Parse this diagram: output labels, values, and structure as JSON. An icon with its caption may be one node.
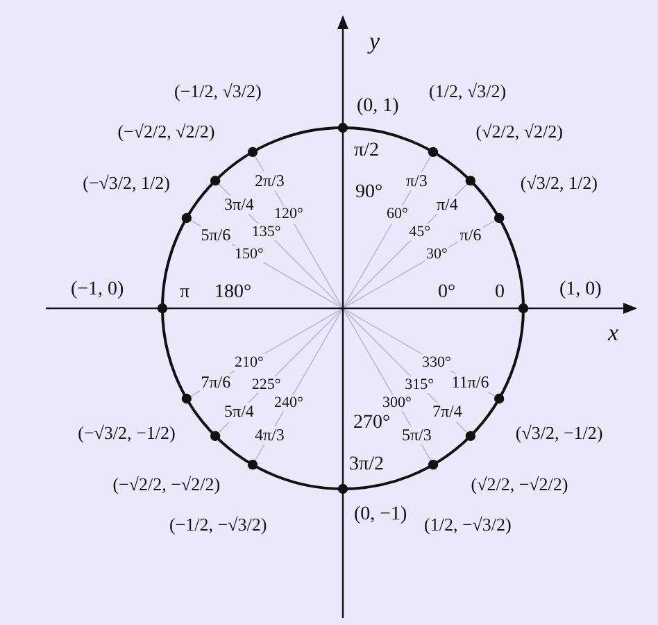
{
  "diagram": {
    "labels": [
      "y",
      "(0, 1)",
      "(−1/2, √3/2)",
      "(1/2, √3/2)",
      "(−√2/2, √2/2)",
      "(√2/2, √2/2)",
      "π/2",
      "(−√3/2, 1/2)",
      "(√3/2, 1/2)",
      "2π/3",
      "π/3",
      "3π/4",
      "π/4",
      "90°",
      "120°",
      "60°",
      "5π/6",
      "135°",
      "45°",
      "π/6",
      "150°",
      "30°",
      "(−1, 0)",
      "π",
      "180°",
      "0°",
      "0",
      "(1, 0)",
      "x",
      "210°",
      "330°",
      "7π/6",
      "225°",
      "315°",
      "11π/6",
      "240°",
      "300°",
      "5π/4",
      "7π/4",
      "270°",
      "4π/3",
      "5π/3",
      "3π/2",
      "(−√3/2, −1/2)",
      "(√3/2, −1/2)",
      "(−√2/2, −√2/2)",
      "(√2/2, −√2/2)",
      "(0, −1)",
      "(−1/2, −√3/2)",
      "(1/2, −√3/2)"
    ]
  }
}
